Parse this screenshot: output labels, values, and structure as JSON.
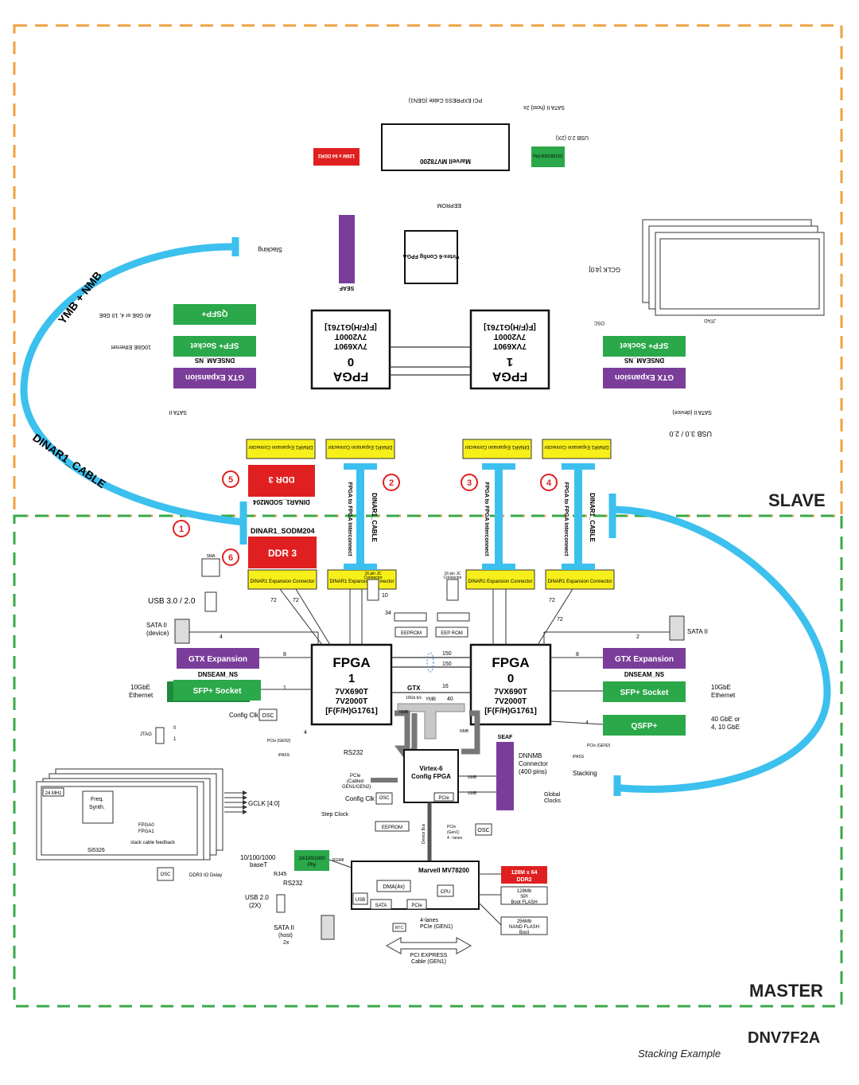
{
  "regions": {
    "slave_label": "SLAVE",
    "master_label": "MASTER"
  },
  "title": "DNV7F2A",
  "caption": "Stacking Example",
  "colors": {
    "slave_border": "#f0a040",
    "master_border": "#3aa84a",
    "cable": "#3cc0ee",
    "gtx": "#7a3e9a",
    "sfp": "#2aa84a",
    "ddr": "#e02020",
    "expansion": "#f7ef1a"
  },
  "slave": {
    "fpga0": {
      "l1": "FPGA",
      "l2": "0",
      "l3": "7VX690T",
      "l4": "7V2000T",
      "l5": "[F(F/H)G1761]"
    },
    "fpga1": {
      "l1": "FPGA",
      "l2": "1",
      "l3": "7VX690T",
      "l4": "7V2000T",
      "l5": "[F(F/H)G1761]"
    },
    "qsfp": "QSFP+",
    "sfp_left": "SFP+ Socket",
    "sfp_right": "SFP+ Socket",
    "gtx_left": "GTX Expansion",
    "gtx_right": "GTX Expansion",
    "dnseam_left": "DNSEAM_NS",
    "dnseam_right": "DNSEAM_NS",
    "ddr3": "DDR 3",
    "sodimm": "DINAR1_SODM204",
    "virtex": "Virtex-6 Config FPGA",
    "marvell": "Marvell MV78200",
    "ddr2": "128M x 64 DDR2",
    "phy": "10/100/1000 Phy",
    "exp": [
      "DINAR1 Expansion Connector",
      "DINAR1 Expansion Connector",
      "DINAR1 Expansion Connector",
      "DINAR1 Expansion Connector"
    ],
    "seaf": "SEAF",
    "stacking": "Stacking",
    "sata_top": "SATA II (host) 2x",
    "usb_top": "USB 2.0 (2X)",
    "pci_top": "PCI EXPRESS Cable (GEN1)",
    "usb3": "USB 3.0 / 2.0",
    "sata_dev": "SATA II (device)",
    "eth_10g": "10GbE Ethernet",
    "eth_40g": "40 GbE or 4, 10 GbE",
    "sata_left": "SATA II",
    "gclk": "GCLK [4:0]",
    "eeprom": "EEPROM",
    "jtag": "JTAG",
    "osc": "OSC"
  },
  "master": {
    "fpga1": {
      "l1": "FPGA",
      "l2": "1",
      "l3": "7VX690T",
      "l4": "7V2000T",
      "l5": "[F(F/H)G1761]"
    },
    "fpga0": {
      "l1": "FPGA",
      "l2": "0",
      "l3": "7VX690T",
      "l4": "7V2000T",
      "l5": "[F(F/H)G1761]"
    },
    "gtx_left": "GTX Expansion",
    "gtx_right": "GTX Expansion",
    "dnseam_left": "DNSEAM_NS",
    "dnseam_right": "DNSEAM_NS",
    "sfp_left": "SFP+ Socket",
    "sfp_right": "SFP+ Socket",
    "qsfp": "QSFP+",
    "ddr3": "DDR 3",
    "sodimm": "DINAR1_SODM204",
    "exp": [
      "DINAR1 Expansion Connector",
      "DINAR1 Expansion Connector",
      "DINAR1 Expansion Connector",
      "DINAR1 Expansion Connector"
    ],
    "virtex_l1": "Virtex-6",
    "virtex_l2": "Config FPGA",
    "marvell": "Marvell MV78200",
    "dma": "DMA(4x)",
    "cpu": "CPU",
    "usb_blk": "USB",
    "sata_blk": "SATA",
    "pcie_blk": "PCIe",
    "rtc": "RTC",
    "ddr2_l1": "128M x 64",
    "ddr2_l2": "DDR2",
    "spi_l1": "128Mb",
    "spi_l2": "SPI",
    "spi_l3": "Boot FLASH",
    "nand_l1": "256Mb",
    "nand_l2": "NAND FLASH",
    "nand_l3": "Boot",
    "phy_l1": "10/100/1000",
    "phy_l2": "Phy",
    "rgmii": "RGMII",
    "eth_l1": "10/100/1000",
    "eth_l2": "baseT",
    "rj45": "RJ45",
    "rs232": "RS232",
    "rs232_b": "RS232",
    "usb_l1": "USB 2.0",
    "usb_l2": "(2X)",
    "sata_host_l1": "SATA II",
    "sata_host_l2": "(host)",
    "sata_host_l3": "2x",
    "pci_l1": "PCI EXPRESS",
    "pci_l2": "Cable (GEN1)",
    "pcie_4lane_l1": "4-lanes",
    "pcie_4lane_l2": "PCIe (GEN1)",
    "usb3": "USB 3.0 / 2.0",
    "sata_dev_l1": "SATA II",
    "sata_dev_l2": "(device)",
    "sata_right": "SATA II",
    "eth10_left_l1": "10GbE",
    "eth10_left_l2": "Ethernet",
    "eth10_right_l1": "10GbE",
    "eth10_right_l2": "Ethernet",
    "eth40_l1": "40 GbE or",
    "eth40_l2": "4, 10 GbE",
    "config_clk": "Config Clk",
    "config_clk_b": "Config Clk",
    "osc": "OSC",
    "osc_b": "OSC",
    "osc_c": "OSC",
    "osc_ddr": "OSC",
    "ddr3_io": "DDR3 IO Delay",
    "jtag": "JTAG",
    "pcie_gen2_l": "PCIe (GEN2)",
    "pcie_gen2_r": "PCIe (GEN2)",
    "ipass_l": "iPASS",
    "ipass_r": "iPASS",
    "gtx_lbl": "GTX",
    "ymb": "YMB",
    "nmb_a": "NMB",
    "nmb_b": "NMB",
    "nmb_c": "NMB",
    "nmb_d": "NMB",
    "seaf": "SEAF",
    "dnnmb_l1": "DNNMB",
    "dnnmb_l2": "Connector",
    "dnnmb_l3": "(400 pins)",
    "stacking": "Stacking",
    "global_l1": "Global",
    "global_l2": "Clocks",
    "eeprom_a": "EEPROM",
    "eeprom_b": "EEP ROM",
    "eeprom_c": "EEPROM",
    "step_clock": "Step Clock",
    "pcie_cfg_l1": "PCIe",
    "pcie_cfg_l2": "(Cabled",
    "pcie_cfg_l3": "GEN1/GEN2)",
    "gclk": "GCLK [4:0]",
    "mhz": "24 MHz",
    "freq_l1": "Freq.",
    "freq_l2": "Synth.",
    "fpga0_lbl": "FPGA0",
    "fpga1_lbl": "FPGA1",
    "stack_fb": "stack cable feedback",
    "si5326": "Si5326",
    "sma": "SMA",
    "jc_l1": "16 pin JC",
    "jc_l2": "Connector",
    "jc_r1": "16 pin JC",
    "jc_r2": "Connector",
    "device_bus": "Device Bus",
    "pcie_8lane_l1": "PCIe",
    "pcie_8lane_l2": "(Gen1)",
    "pcie_8lane_l3": "4 - lanes",
    "bus_150a": "150",
    "bus_150b": "150",
    "bus_16": "16",
    "bus_40": "40",
    "bus_10gb": "10Gb b/c",
    "w72a": "72",
    "w72b": "72",
    "w72c": "72",
    "w72d": "72",
    "w10": "10",
    "w34": "34",
    "w8a": "8",
    "w8b": "8",
    "w4a": "4",
    "w4b": "4",
    "w4c": "4",
    "w1a": "1",
    "w1b": "1",
    "w2": "2",
    "w0": "0"
  },
  "cables": {
    "ymb_nmb": "YMB + NMB",
    "dinar_cable": "DINAR1_CABLE",
    "dinar_cable_v1": "DINAR1_CABLE",
    "dinar_cable_v2": "DINAR1_CABLE",
    "fpga_interconnect_1": "FPGA to FPGA Interconnect",
    "fpga_interconnect_2": "FPGA to FPGA Interconnect",
    "fpga_interconnect_3": "FPGA to FPGA Interconnect",
    "markers": [
      "1",
      "2",
      "3",
      "4",
      "5",
      "6"
    ]
  }
}
